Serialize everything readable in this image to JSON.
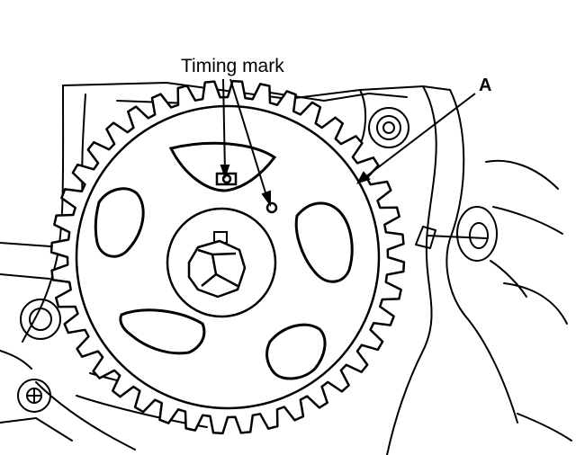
{
  "labels": {
    "timing_mark": "Timing mark",
    "part_a": "A"
  },
  "colors": {
    "ink": "#000000",
    "paper": "#ffffff"
  },
  "sprocket": {
    "tooth_count": 40,
    "window_count": 5
  }
}
